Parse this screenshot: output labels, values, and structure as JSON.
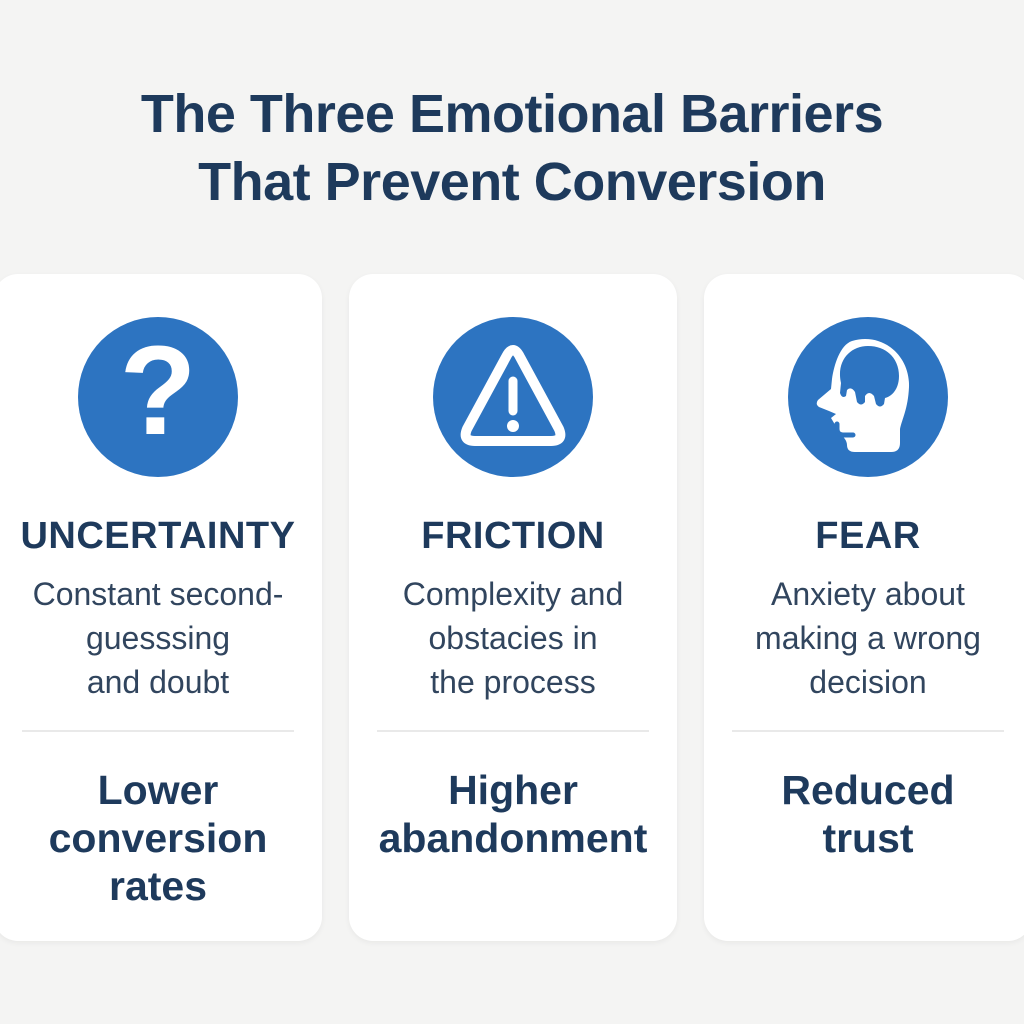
{
  "title": "The Three Emotional Barriers\nThat Prevent Conversion",
  "colors": {
    "background": "#f4f4f3",
    "card": "#ffffff",
    "accent_blue": "#2d74c1",
    "heading_navy": "#1e3a5c",
    "body_text": "#31455e",
    "divider": "#e9e9e9",
    "icon_glyph_color": "#ffffff"
  },
  "cards": [
    {
      "icon": "question-mark-icon",
      "icon_glyph": "?",
      "heading": "UNCERTAINTY",
      "description": "Constant second-\nguesssing\nand doubt",
      "result": "Lower\nconversion\nrates"
    },
    {
      "icon": "warning-triangle-icon",
      "heading": "FRICTION",
      "description": "Complexity and\nobstacies in\nthe process",
      "result": "Higher\nabandonment"
    },
    {
      "icon": "head-profile-icon",
      "heading": "FEAR",
      "description": "Anxiety about\nmaking a wrong\ndecision",
      "result": "Reduced\ntrust"
    }
  ]
}
